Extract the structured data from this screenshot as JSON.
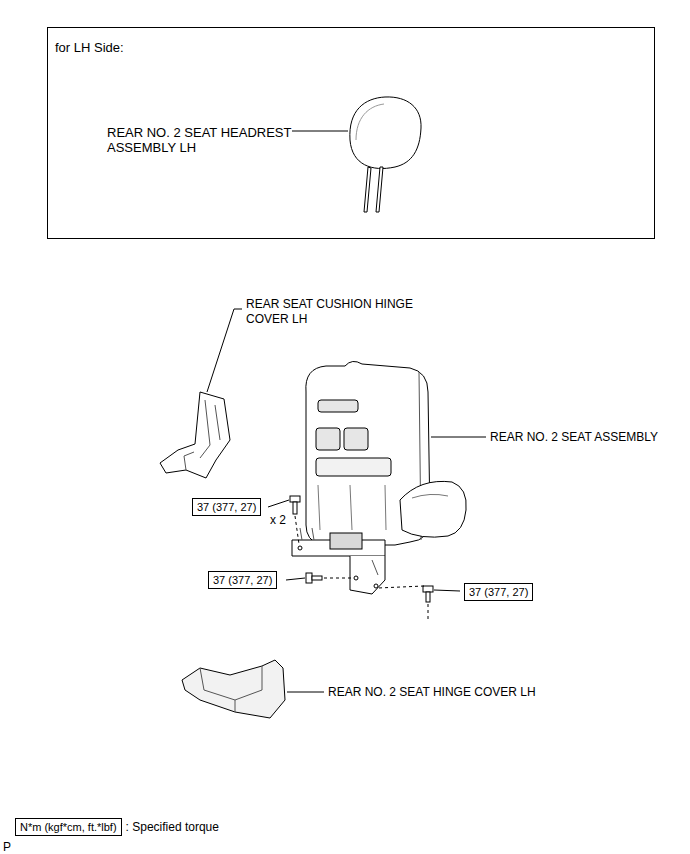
{
  "diagram": {
    "nodes": [
      {
        "text": [
          "for LH Side:",
          "REAR NO. 2 SEAT HEADREST ASSEMBLY LH"
        ]
      },
      {
        "text": [
          "37 (377, 27)"
        ]
      },
      {
        "text": [
          "37 (377, 27)"
        ]
      },
      {
        "text": [
          "37 (377, 27)"
        ]
      },
      {
        "text": [
          "N*m (kgf*cm, ft.*lbf)"
        ]
      }
    ],
    "labels": [
      "REAR SEAT CUSHION HINGE COVER LH",
      "REAR NO. 2 SEAT ASSEMBLY",
      "x 2",
      "REAR NO. 2 SEAT HINGE COVER LH",
      ": Specified torque",
      "P"
    ]
  }
}
